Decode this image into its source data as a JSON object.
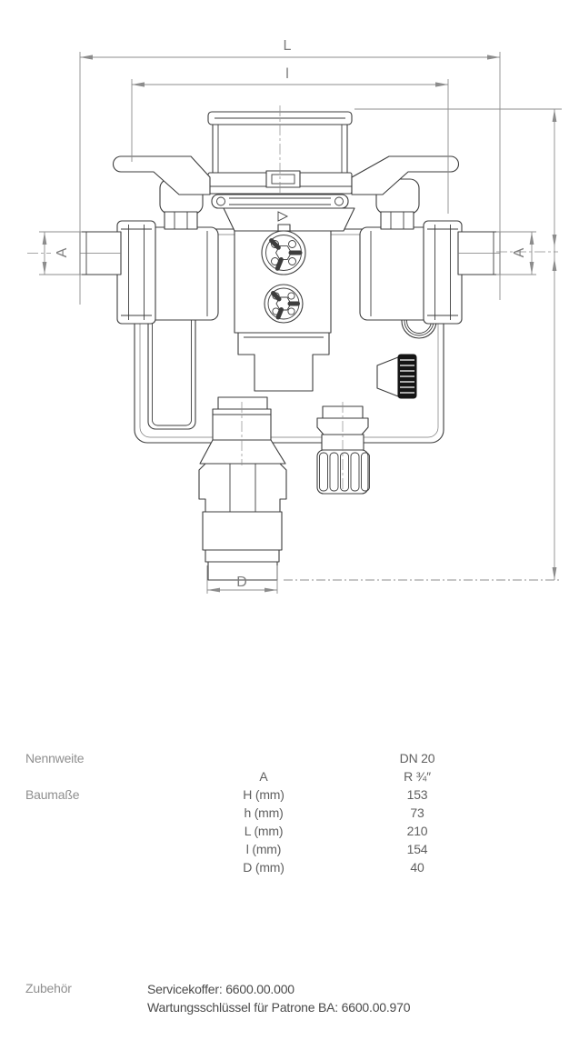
{
  "drawing": {
    "labels": {
      "L": "L",
      "l": "l",
      "A_left": "A",
      "A_right": "A",
      "D": "D"
    }
  },
  "spec_table": {
    "rows": [
      {
        "caption": "Nennweite",
        "param": "",
        "value": "DN 20"
      },
      {
        "caption": "",
        "param": "A",
        "value": "R ¾″"
      },
      {
        "caption": "Baumaße",
        "param": "H (mm)",
        "value": "153"
      },
      {
        "caption": "",
        "param": "h (mm)",
        "value": "73"
      },
      {
        "caption": "",
        "param": "L (mm)",
        "value": "210"
      },
      {
        "caption": "",
        "param": "l (mm)",
        "value": "154"
      },
      {
        "caption": "",
        "param": "D (mm)",
        "value": "40"
      }
    ]
  },
  "accessories": {
    "caption": "Zubehör",
    "line1": "Servicekoffer: 6600.00.000",
    "line2": "Wartungsschlüssel für Patrone BA: 6600.00.970"
  }
}
